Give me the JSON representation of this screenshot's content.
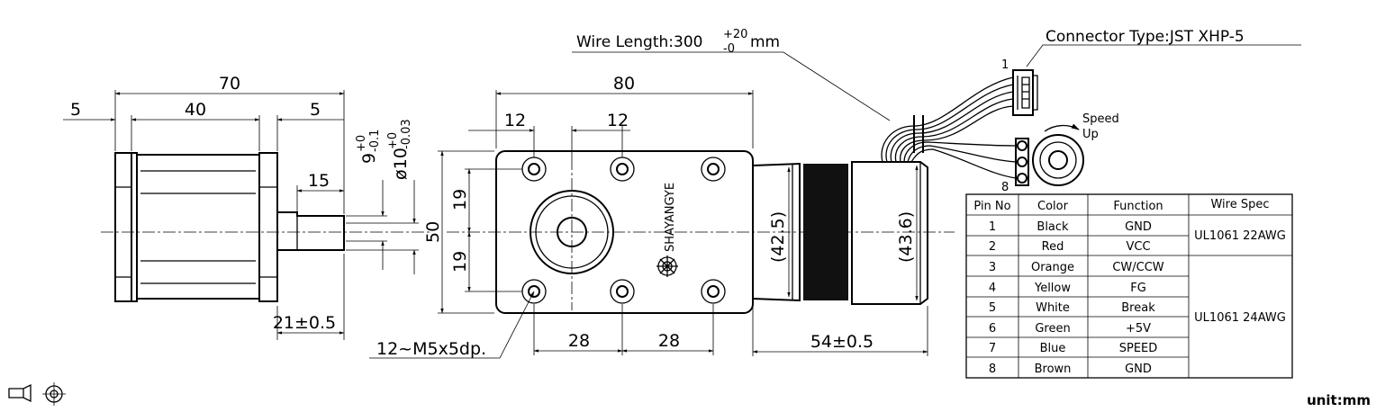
{
  "side_view": {
    "dim_total": "70",
    "dim_body": "40",
    "dim_left": "5",
    "dim_right": "5",
    "dim_key": "15",
    "dim_shaft_len": "21±0.5",
    "dim_key_tol": "9",
    "dim_key_tol_sup": "+0",
    "dim_key_tol_sub": "-0.1",
    "dim_shaft_dia": "ø10",
    "dim_shaft_dia_sup": "+0",
    "dim_shaft_dia_sub": "-0.03"
  },
  "front_view": {
    "dim_width": "80",
    "dim_hole_a": "12",
    "dim_hole_b": "12",
    "dim_half_top": "19",
    "dim_half_bot": "19",
    "dim_height": "50",
    "dim_base_a": "28",
    "dim_base_b": "28",
    "thread_note": "12~M5x5dp.",
    "brand": "SHAYANGYE"
  },
  "motor_view": {
    "dim_front_dia": "(42.5)",
    "dim_rear_dia": "(43.6)",
    "dim_motor_len": "54±0.5",
    "wire_length_label": "Wire Length:300",
    "wire_length_sup": "+20",
    "wire_length_sub": "-0",
    "wire_length_unit": "mm",
    "connector_label": "Connector Type:JST XHP-5",
    "connector_pin1": "1",
    "connector_pin8": "8",
    "speed_label_1": "Speed",
    "speed_label_2": "Up"
  },
  "pin_table": {
    "headers": [
      "Pin No",
      "Color",
      "Function",
      "Wire Spec"
    ],
    "rows": [
      {
        "pin": "1",
        "color": "Black",
        "function": "GND"
      },
      {
        "pin": "2",
        "color": "Red",
        "function": "VCC"
      },
      {
        "pin": "3",
        "color": "Orange",
        "function": "CW/CCW"
      },
      {
        "pin": "4",
        "color": "Yellow",
        "function": "FG"
      },
      {
        "pin": "5",
        "color": "White",
        "function": "Break"
      },
      {
        "pin": "6",
        "color": "Green",
        "function": "+5V"
      },
      {
        "pin": "7",
        "color": "Blue",
        "function": "SPEED"
      },
      {
        "pin": "8",
        "color": "Brown",
        "function": "GND"
      }
    ],
    "spec_a": "UL1061 22AWG",
    "spec_b": "UL1061 24AWG"
  },
  "unit_label": "unit:mm",
  "icons": [
    "projection-symbol-icon"
  ],
  "colors": {
    "line": "#000000",
    "background": "#ffffff"
  }
}
